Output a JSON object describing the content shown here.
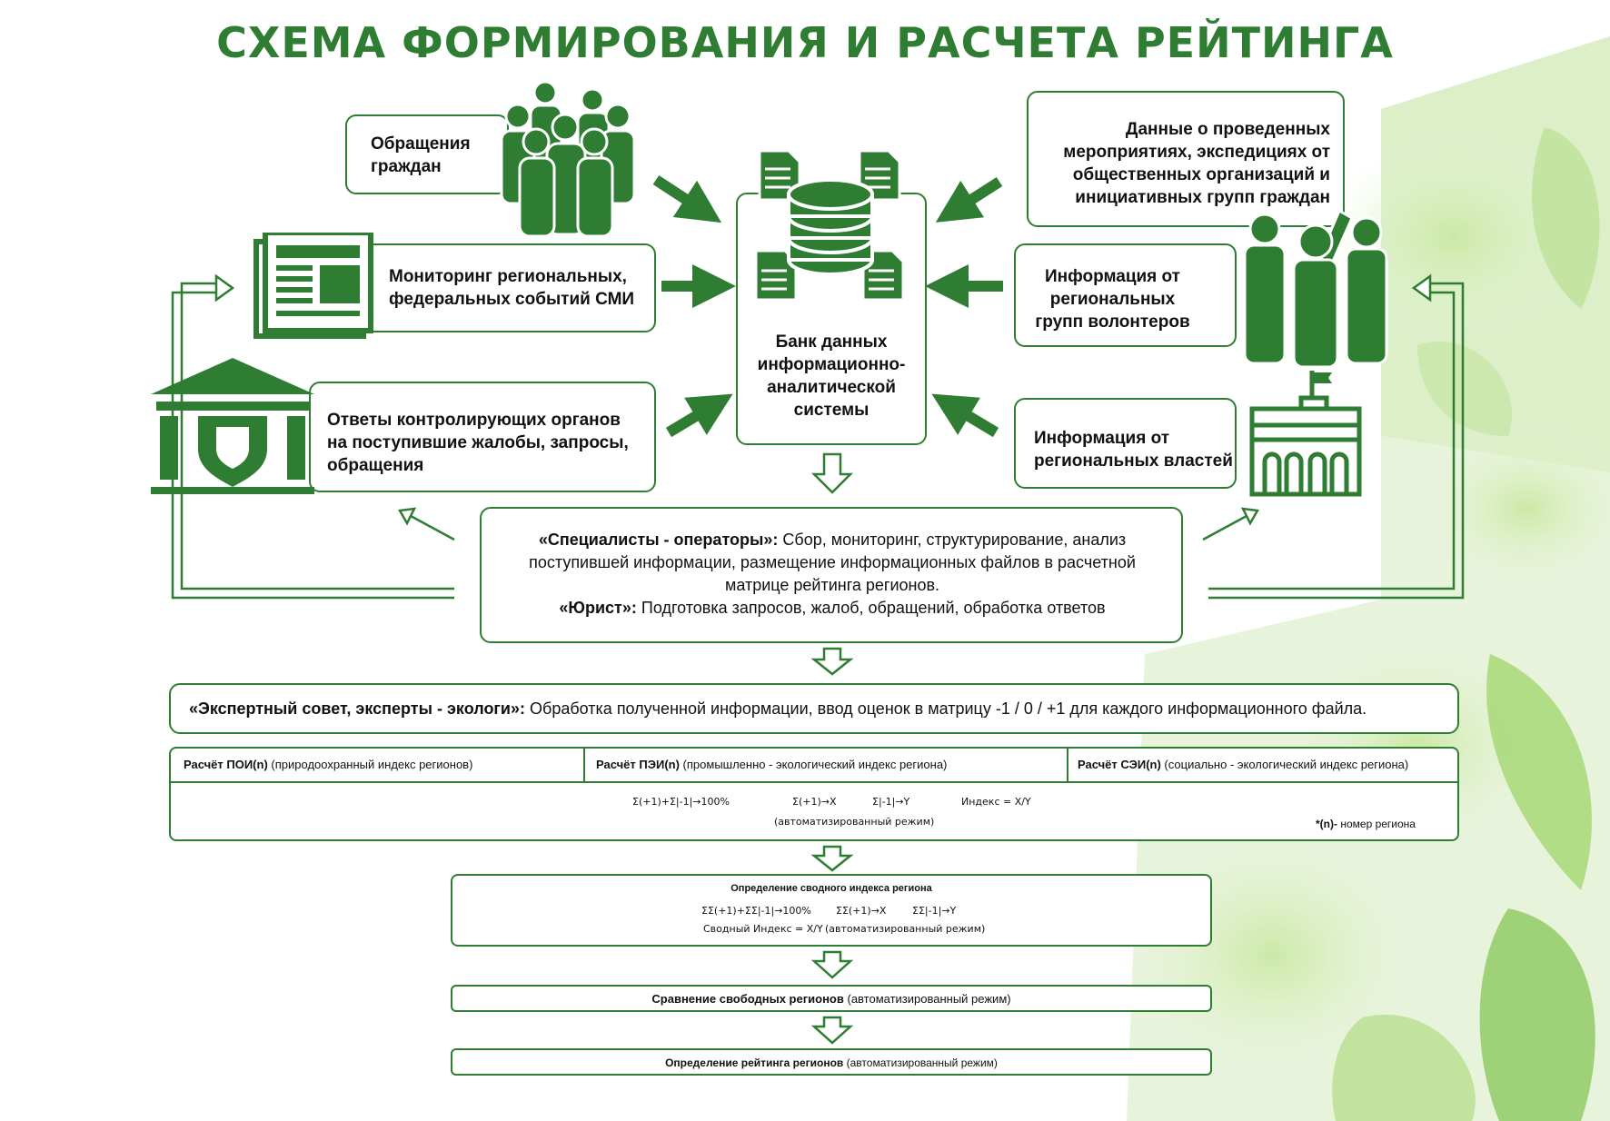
{
  "title": "СХЕМА ФОРМИРОВАНИЯ И РАСЧЕТА РЕЙТИНГА",
  "sources_left": [
    {
      "label": "Обращения граждан",
      "icon": "people-crowd-icon"
    },
    {
      "label": "Мониторинг региональных, федеральных событий СМИ",
      "icon": "newspaper-icon"
    },
    {
      "label": "Ответы контролирующих органов на поступившие жалобы, запросы, обращения",
      "icon": "government-building-icon"
    }
  ],
  "sources_right": [
    {
      "label": "Данные о проведенных мероприятиях, экспедициях от общественных организаций и инициативных групп граждан"
    },
    {
      "label": "Информация от региональных групп волонтеров",
      "icon": "volunteers-icon"
    },
    {
      "label": "Информация от региональных властей",
      "icon": "administration-building-icon"
    }
  ],
  "central": {
    "label": "Банк данных информационно-аналитической системы",
    "icon": "database-icon"
  },
  "operators": {
    "role1": "«Специалисты - операторы»:",
    "text1": "Сбор, мониторинг, структурирование, анализ поступившей информации, размещение информационных файлов в расчетной матрице рейтинга регионов.",
    "role2": "«Юрист»:",
    "text2": "Подготовка запросов, жалоб, обращений, обработка ответов"
  },
  "experts": {
    "role": "«Экспертный совет, эксперты - экологи»:",
    "text": "Обработка полученной информации, ввод оценок в матрицу -1 / 0 / +1 для каждого информационного файла."
  },
  "indices": {
    "poi_title": "Расчёт ПОИ(n)",
    "poi_desc": "(природоохранный индекс регионов)",
    "pei_title": "Расчёт ПЭИ(n)",
    "pei_desc": "(промышленно - экологический индекс региона)",
    "sei_title": "Расчёт СЭИ(n)",
    "sei_desc": "(социально - экологический индекс региона)",
    "f1": "Σ(+1)+Σ|-1|→100%",
    "f2": "Σ(+1)→X",
    "f3": "Σ|-1|→Y",
    "f4": "Индекс = X/Y",
    "mode": "(автоматизированный режим)",
    "note_bold": "*(n)-",
    "note_text": "номер региона"
  },
  "summary": {
    "title": "Определение сводного индекса региона",
    "f1": "ΣΣ(+1)+ΣΣ|-1|→100%",
    "f2": "ΣΣ(+1)→X",
    "f3": "ΣΣ|-1|→Y",
    "f4": "Сводный Индекс = X/Y",
    "mode": "(автоматизированный режим)"
  },
  "compare": {
    "bold": "Сравнение свободных регионов",
    "mode": "(автоматизированный режим)"
  },
  "rating": {
    "bold": "Определение рейтинга регионов",
    "mode": "(автоматизированный режим)"
  },
  "colors": {
    "accent": "#2e7d32",
    "leaf": "#a8d878"
  }
}
